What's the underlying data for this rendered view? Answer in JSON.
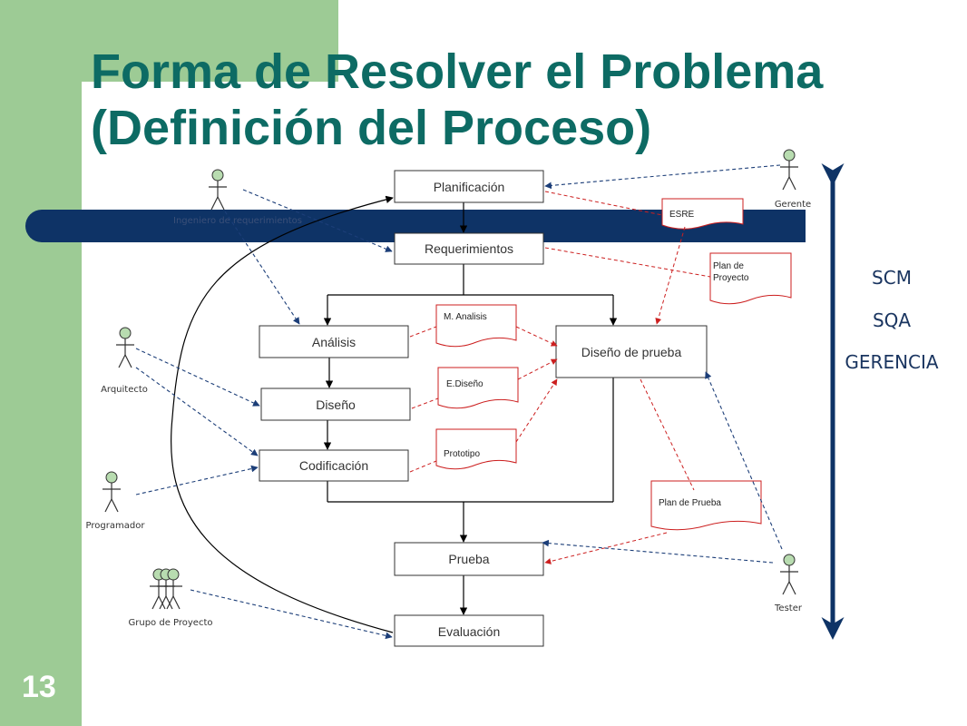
{
  "slide": {
    "title_line1": "Forma de Resolver el Problema",
    "title_line2": "(Definición del Proceso)",
    "page_number": "13"
  },
  "colors": {
    "accent_green": "#9dcb95",
    "title_teal": "#0d6b64",
    "navy_band": "#0e3366",
    "doc_red": "#cc1f1f",
    "actor_link_blue": "#1c3e78"
  },
  "process": {
    "planificacion": "Planificación",
    "requerimientos": "Requerimientos",
    "analisis": "Análisis",
    "diseno": "Diseño",
    "codificacion": "Codificación",
    "diseno_prueba": "Diseño de prueba",
    "prueba": "Prueba",
    "evaluacion": "Evaluación"
  },
  "documents": {
    "esre": "ESRE",
    "plan_proyecto_line1": "Plan de",
    "plan_proyecto_line2": "Proyecto",
    "m_analisis": "M. Analisis",
    "e_diseno": "E.Diseño",
    "prototipo": "Prototipo",
    "plan_prueba": "Plan de Prueba"
  },
  "actors": {
    "ingeniero": "Ingeniero de requerimientos",
    "gerente": "Gerente",
    "arquitecto": "Arquitecto",
    "programador": "Programador",
    "grupo": "Grupo de Proyecto",
    "tester": "Tester"
  },
  "side_labels": {
    "scm": "SCM",
    "sqa": "SQA",
    "gerencia": "GERENCIA"
  },
  "icons": {
    "actor": "stick-figure-icon",
    "group": "group-stick-figures-icon",
    "arrow": "double-arrow-vertical"
  }
}
